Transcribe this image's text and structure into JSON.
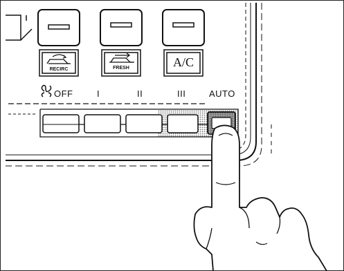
{
  "buttons": {
    "recirc_label": "RECIRC",
    "fresh_label": "FRESH",
    "ac_label": "A/C"
  },
  "fan": {
    "fan_icon": "fan-icon",
    "speeds": [
      {
        "label": "OFF"
      },
      {
        "label": "I"
      },
      {
        "label": "II"
      },
      {
        "label": "III"
      },
      {
        "label": "AUTO"
      }
    ],
    "pressed": "AUTO"
  },
  "colors": {
    "ink": "#111111",
    "screen": "#888888"
  }
}
